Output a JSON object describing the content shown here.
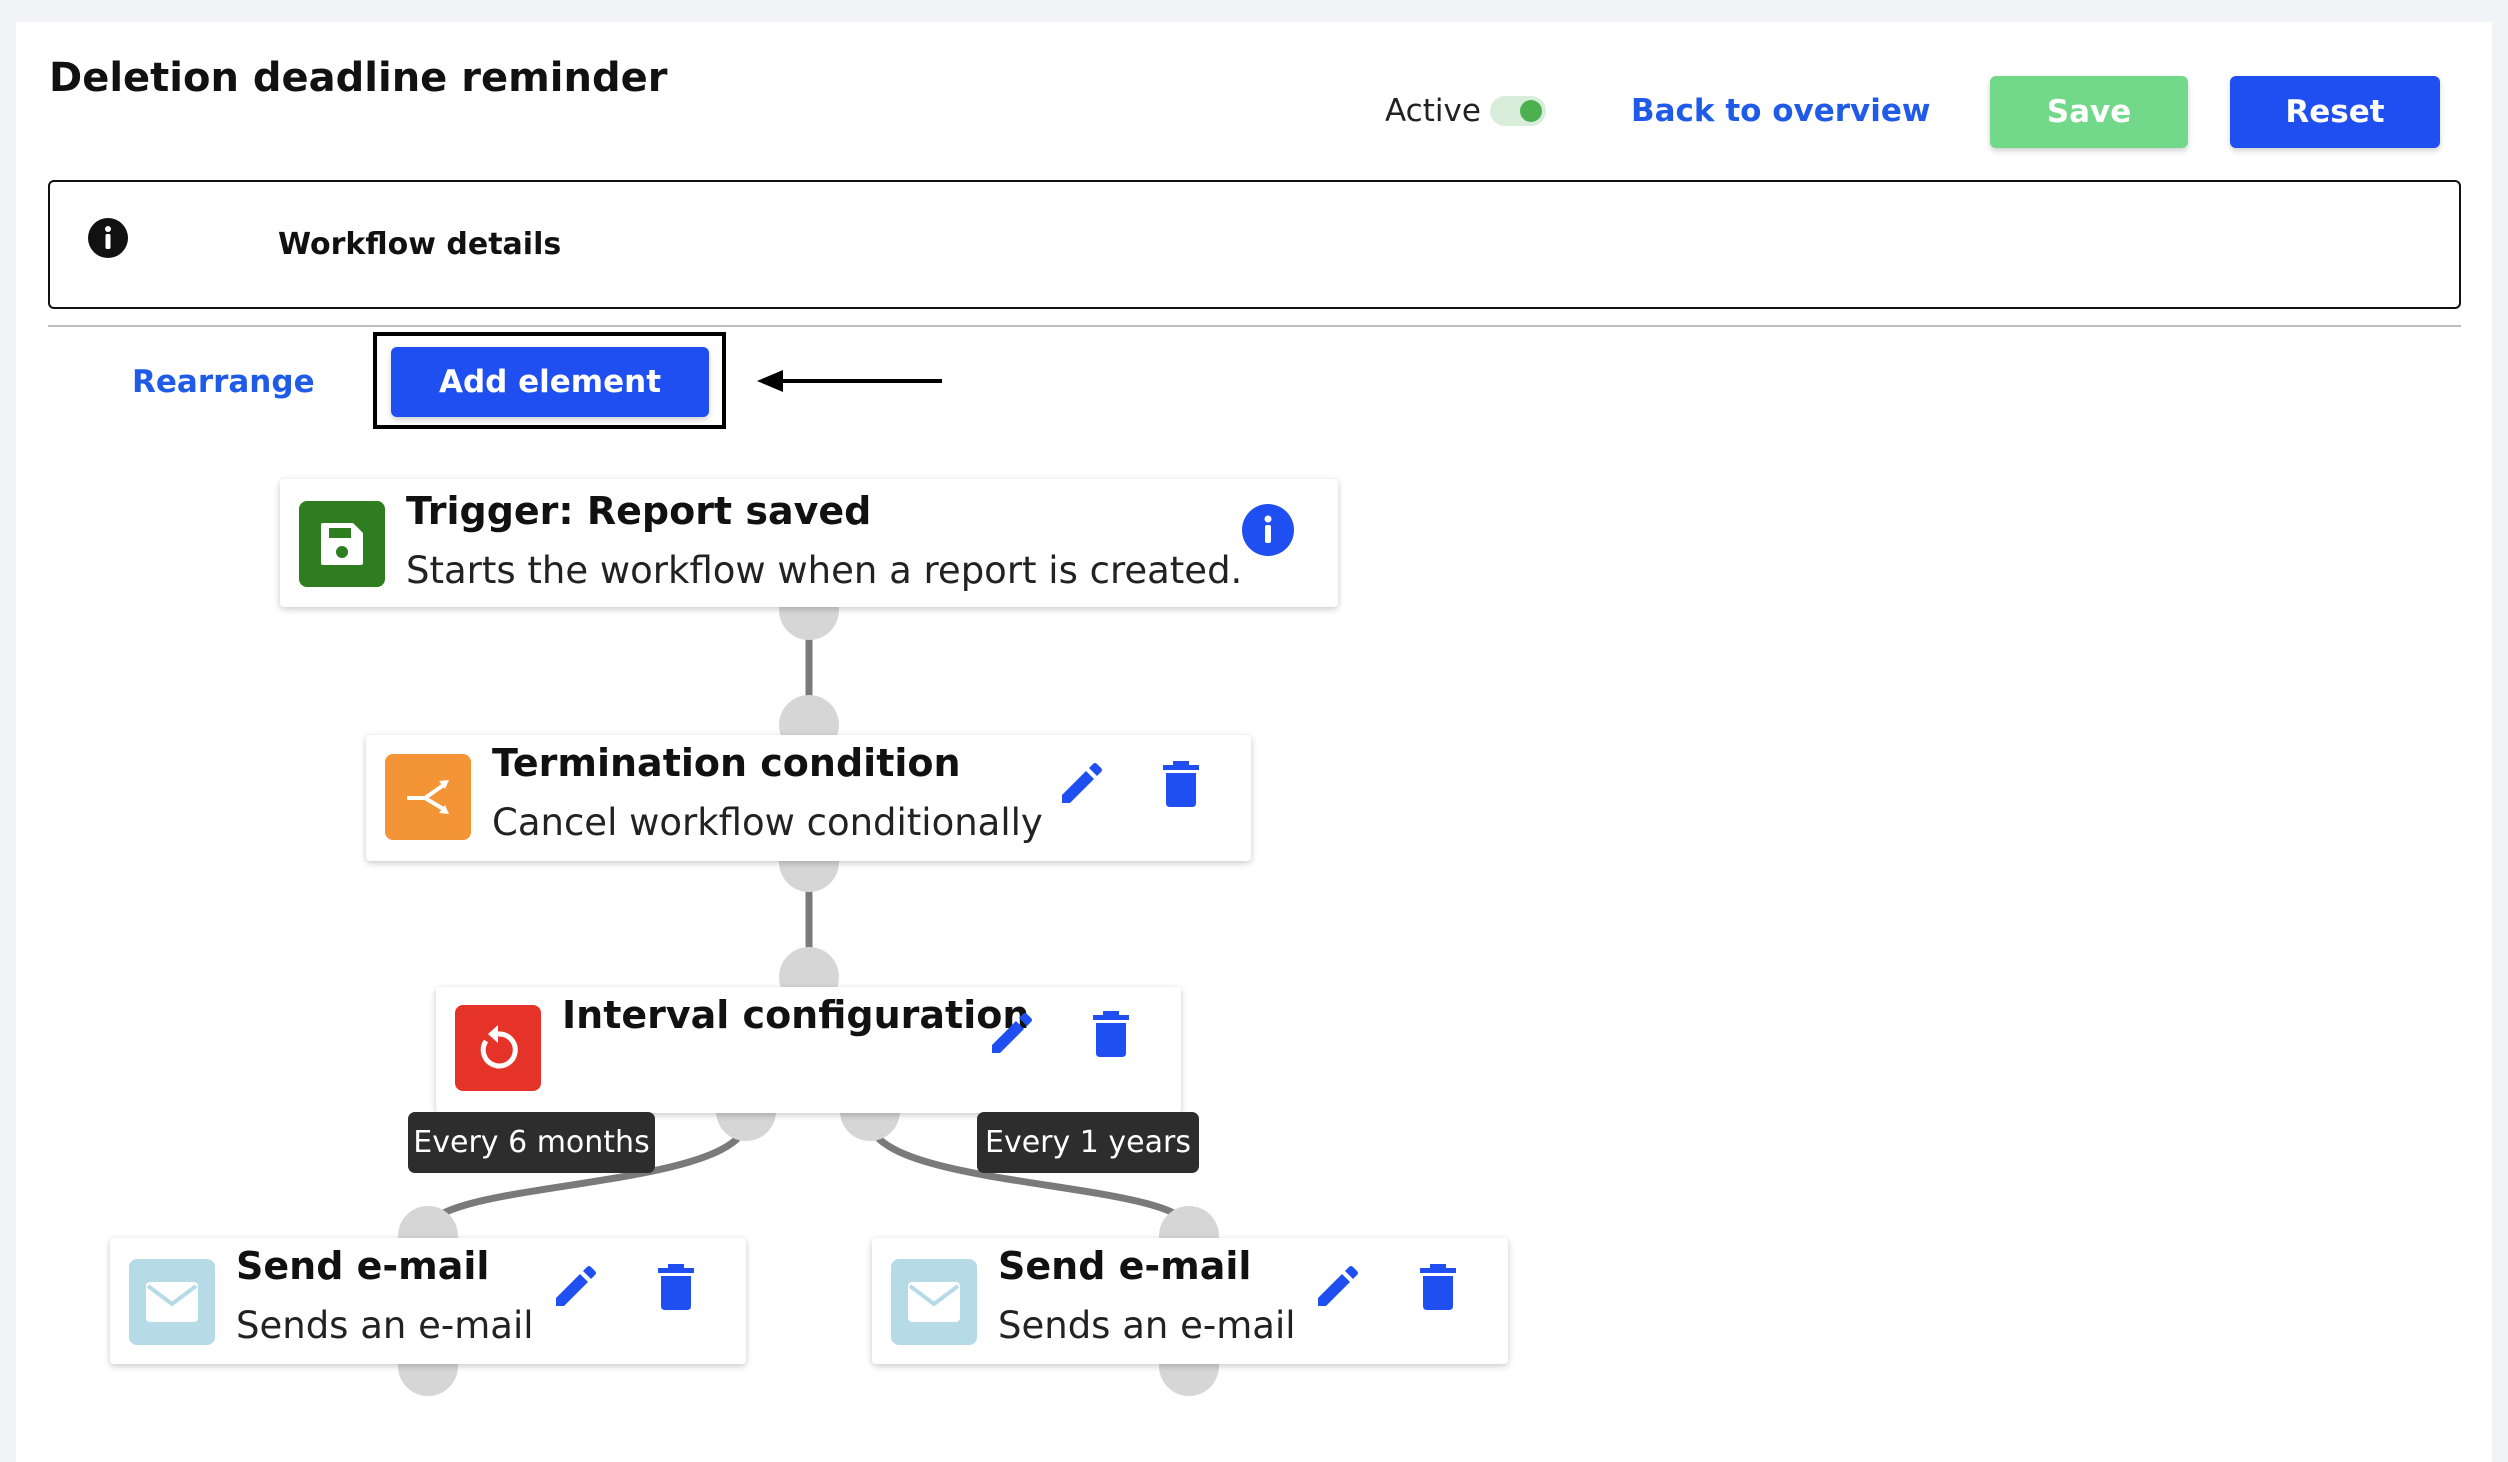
{
  "header": {
    "title": "Deletion deadline reminder",
    "active_label": "Active",
    "active_on": true,
    "back_label": "Back to overview",
    "save_label": "Save",
    "reset_label": "Reset"
  },
  "details": {
    "label": "Workflow details"
  },
  "toolbar": {
    "rearrange_label": "Rearrange",
    "add_label": "Add element"
  },
  "nodes": {
    "trigger": {
      "title": "Trigger: Report saved",
      "subtitle": "Starts the workflow when a report is created.",
      "icon": "save-icon",
      "color": "#2e7d1f"
    },
    "termination": {
      "title": "Termination condition",
      "subtitle": "Cancel workflow conditionally",
      "icon": "split-arrows-icon",
      "color": "#f39536"
    },
    "interval": {
      "title": "Interval configuration",
      "icon": "restart-icon",
      "color": "#e5332a"
    },
    "email_left": {
      "title": "Send e-mail",
      "subtitle": "Sends an e-mail",
      "icon": "mail-icon",
      "color": "#b6dbe6"
    },
    "email_right": {
      "title": "Send e-mail",
      "subtitle": "Sends an e-mail",
      "icon": "mail-icon",
      "color": "#b6dbe6"
    }
  },
  "branches": {
    "left_label": "Every 6 months",
    "right_label": "Every 1 years"
  },
  "colors": {
    "primary": "#1f4ff0",
    "link": "#1f5be6",
    "save_disabled": "#72d98a",
    "connector": "#7a7a7a",
    "port": "#d6d6d6"
  }
}
